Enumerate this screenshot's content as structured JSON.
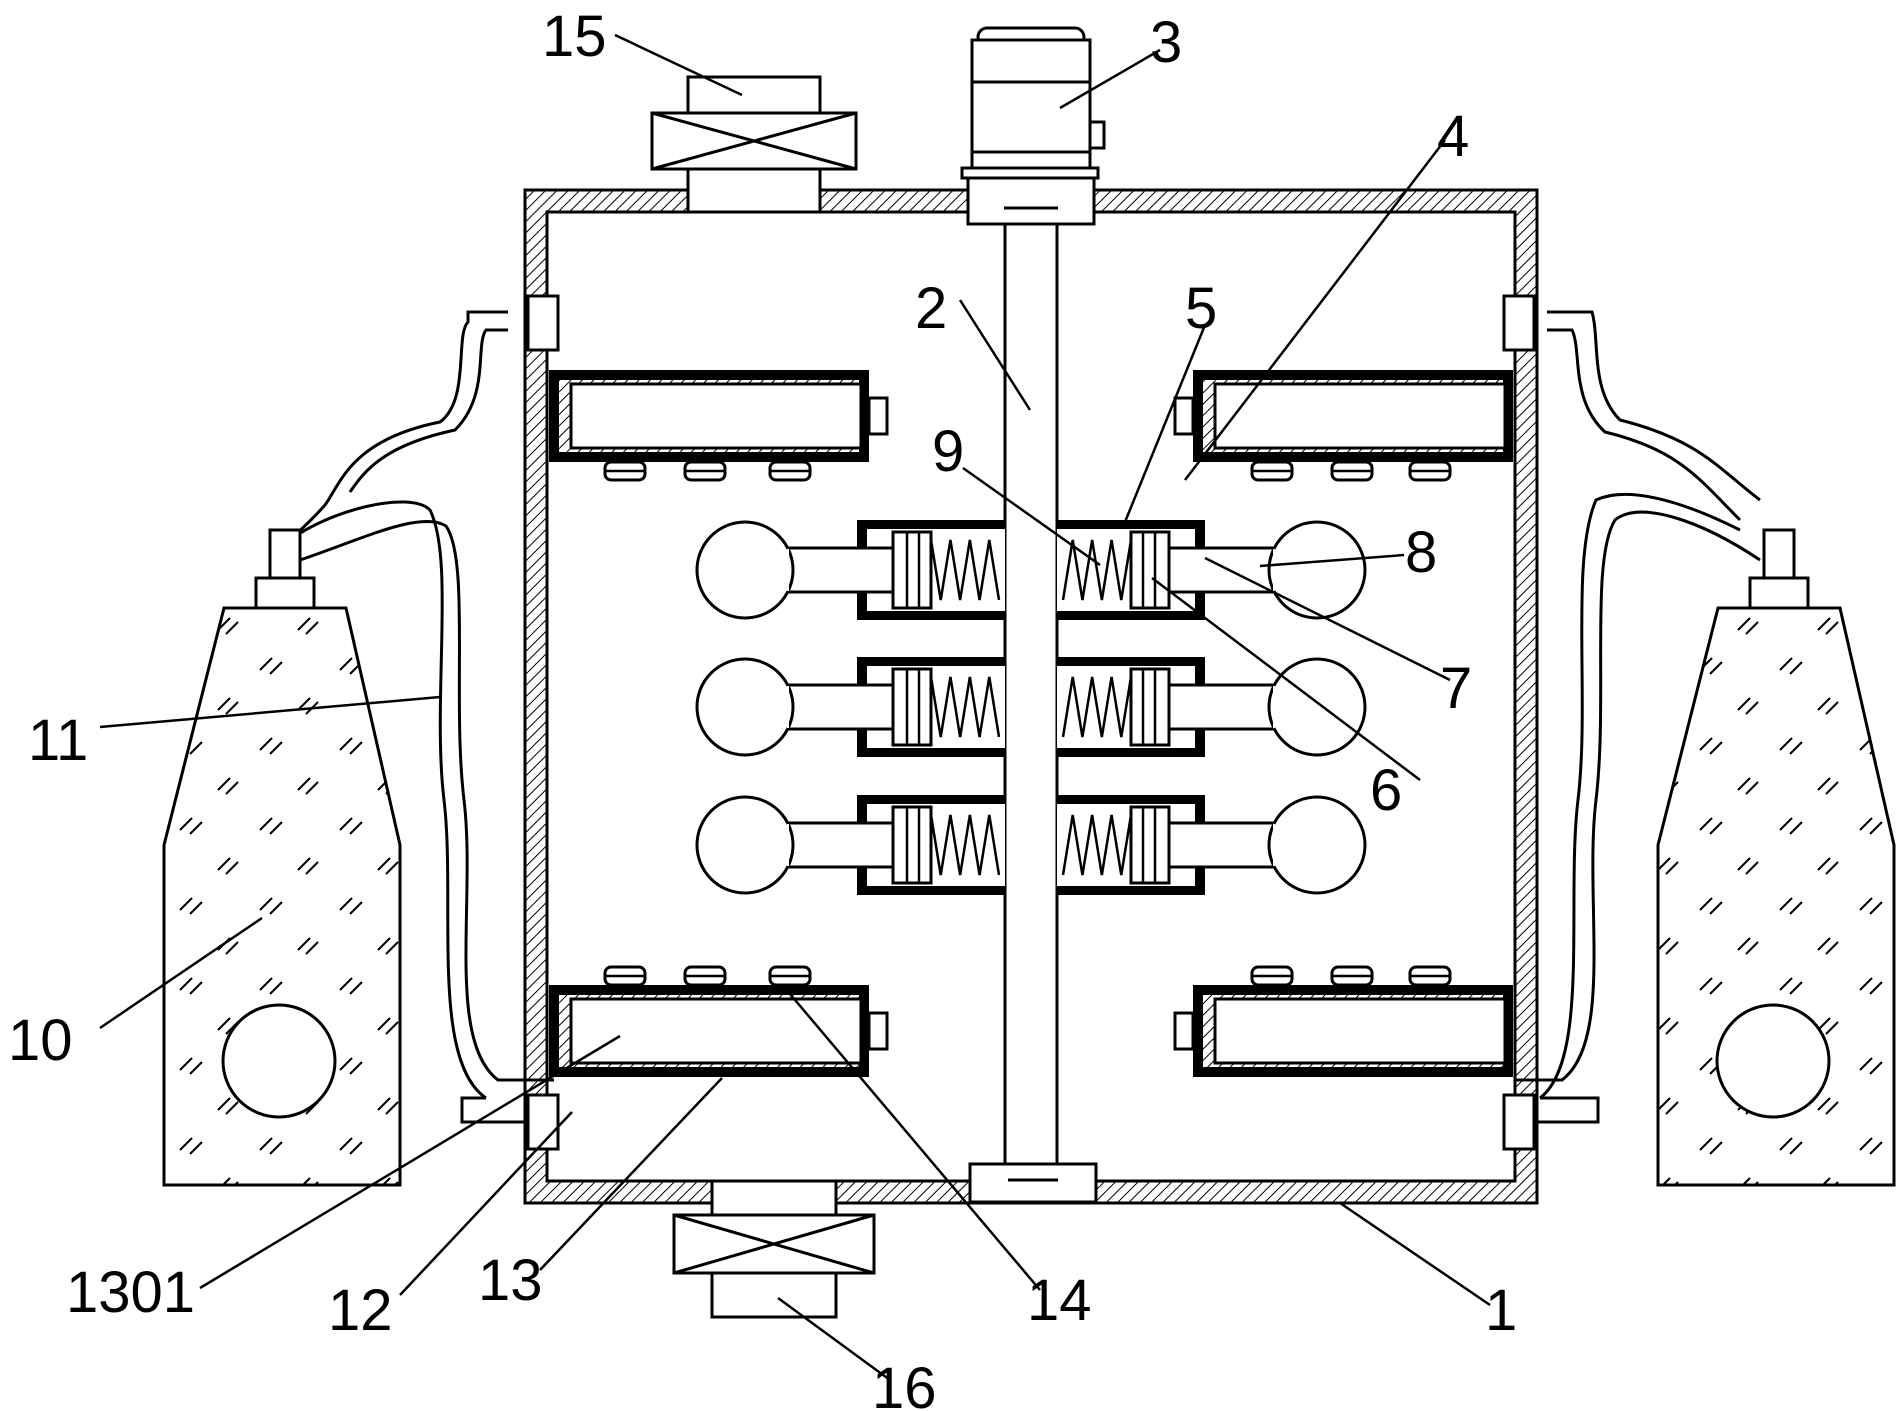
{
  "labels": [
    {
      "id": "label-1",
      "text": "1"
    },
    {
      "id": "label-2",
      "text": "2"
    },
    {
      "id": "label-3",
      "text": "3"
    },
    {
      "id": "label-4",
      "text": "4"
    },
    {
      "id": "label-5",
      "text": "5"
    },
    {
      "id": "label-6",
      "text": "6"
    },
    {
      "id": "label-7",
      "text": "7"
    },
    {
      "id": "label-8",
      "text": "8"
    },
    {
      "id": "label-9",
      "text": "9"
    },
    {
      "id": "label-10",
      "text": "10"
    },
    {
      "id": "label-11",
      "text": "11"
    },
    {
      "id": "label-12",
      "text": "12"
    },
    {
      "id": "label-13",
      "text": "13"
    },
    {
      "id": "label-14",
      "text": "14"
    },
    {
      "id": "label-15",
      "text": "15"
    },
    {
      "id": "label-16",
      "text": "16"
    },
    {
      "id": "label-1301",
      "text": "1301"
    }
  ]
}
